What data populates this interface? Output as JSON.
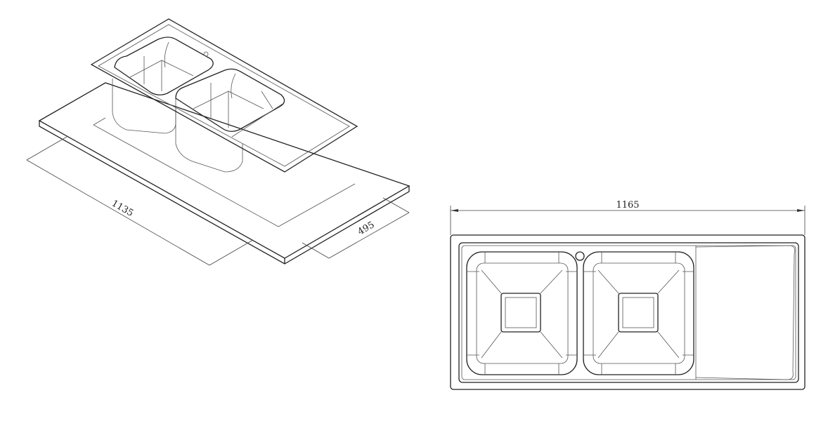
{
  "isometric_view": {
    "length_label": "1135",
    "width_label": "495"
  },
  "top_view": {
    "overall_width_label": "1165"
  },
  "colors": {
    "line": "#222222",
    "background": "#ffffff"
  }
}
